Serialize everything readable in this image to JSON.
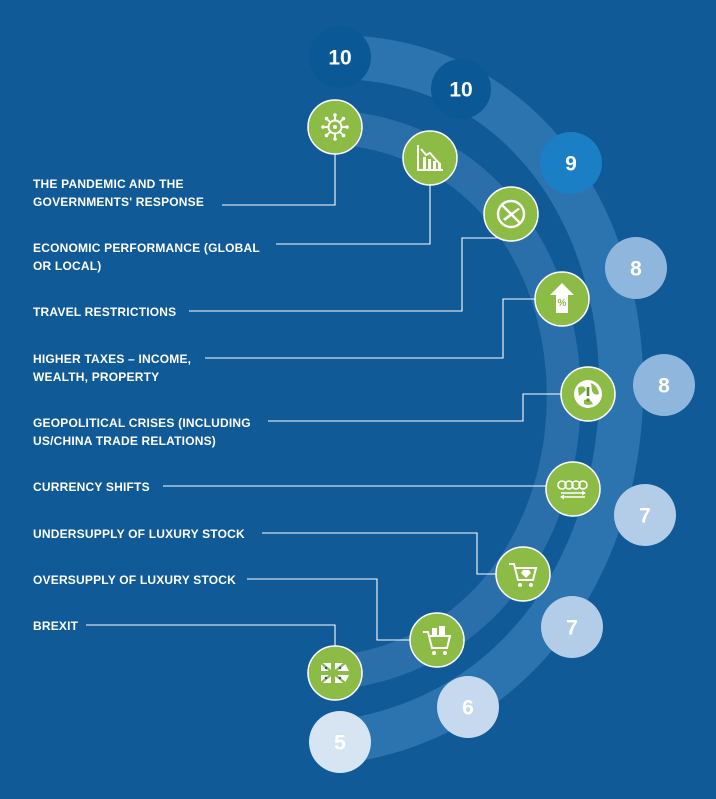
{
  "colors": {
    "background": "#0f5a97",
    "outer_arc": "#2c74b0",
    "inner_arc": "#2a6fa9",
    "icon_fill": "#8cbb46",
    "connector": "#ffffff"
  },
  "factors": [
    {
      "label": "THE PANDEMIC AND THE GOVERNMENTS' RESPONSE",
      "icon": "virus-icon"
    },
    {
      "label": "ECONOMIC PERFORMANCE (GLOBAL OR LOCAL)",
      "icon": "chart-decline-icon"
    },
    {
      "label": "TRAVEL RESTRICTIONS",
      "icon": "no-plane-icon"
    },
    {
      "label": "HIGHER TAXES – INCOME, WEALTH, PROPERTY",
      "icon": "percent-arrow-icon"
    },
    {
      "label": "GEOPOLITICAL CRISES (INCLUDING US/CHINA TRADE RELATIONS)",
      "icon": "globe-alert-icon"
    },
    {
      "label": "CURRENCY SHIFTS",
      "icon": "currency-exchange-icon"
    },
    {
      "label": "UNDERSUPPLY OF LUXURY STOCK",
      "icon": "cart-diamond-icon"
    },
    {
      "label": "OVERSUPPLY OF LUXURY STOCK",
      "icon": "cart-full-icon"
    },
    {
      "label": "BREXIT",
      "icon": "brexit-flag-icon"
    }
  ],
  "scores": [
    "10",
    "10",
    "9",
    "8",
    "8",
    "7",
    "7",
    "6",
    "5"
  ],
  "score_colors": [
    "#0a5896",
    "#0a5896",
    "#1b7fc6",
    "#8fb6dc",
    "#8fb6dc",
    "#b3cde8",
    "#b3cde8",
    "#c6d9ee",
    "#d7e5f3"
  ]
}
